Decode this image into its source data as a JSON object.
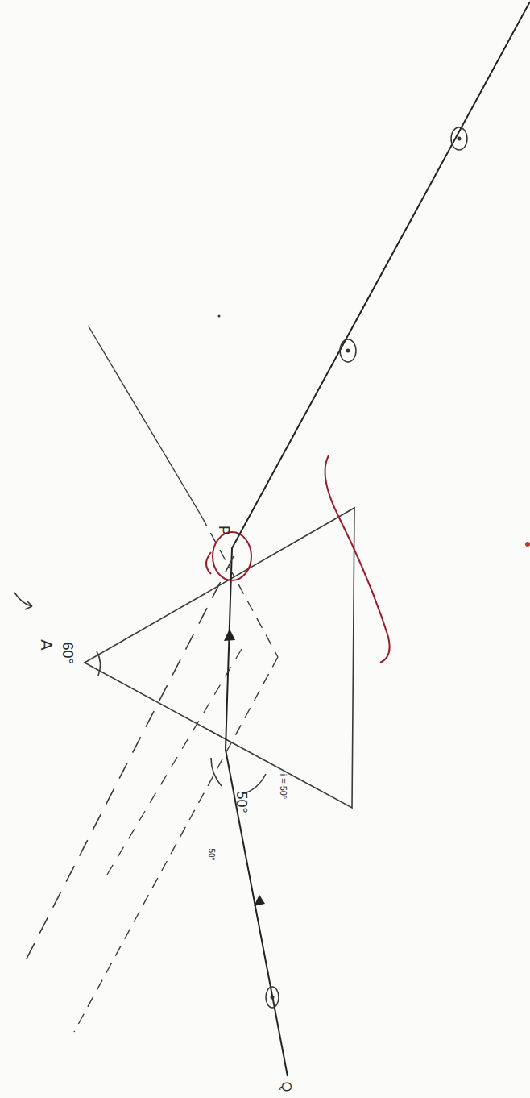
{
  "diagram": {
    "labels": [
      "A",
      "60°",
      "P",
      "50°",
      "i = 50°",
      "50°",
      "Q"
    ]
  }
}
